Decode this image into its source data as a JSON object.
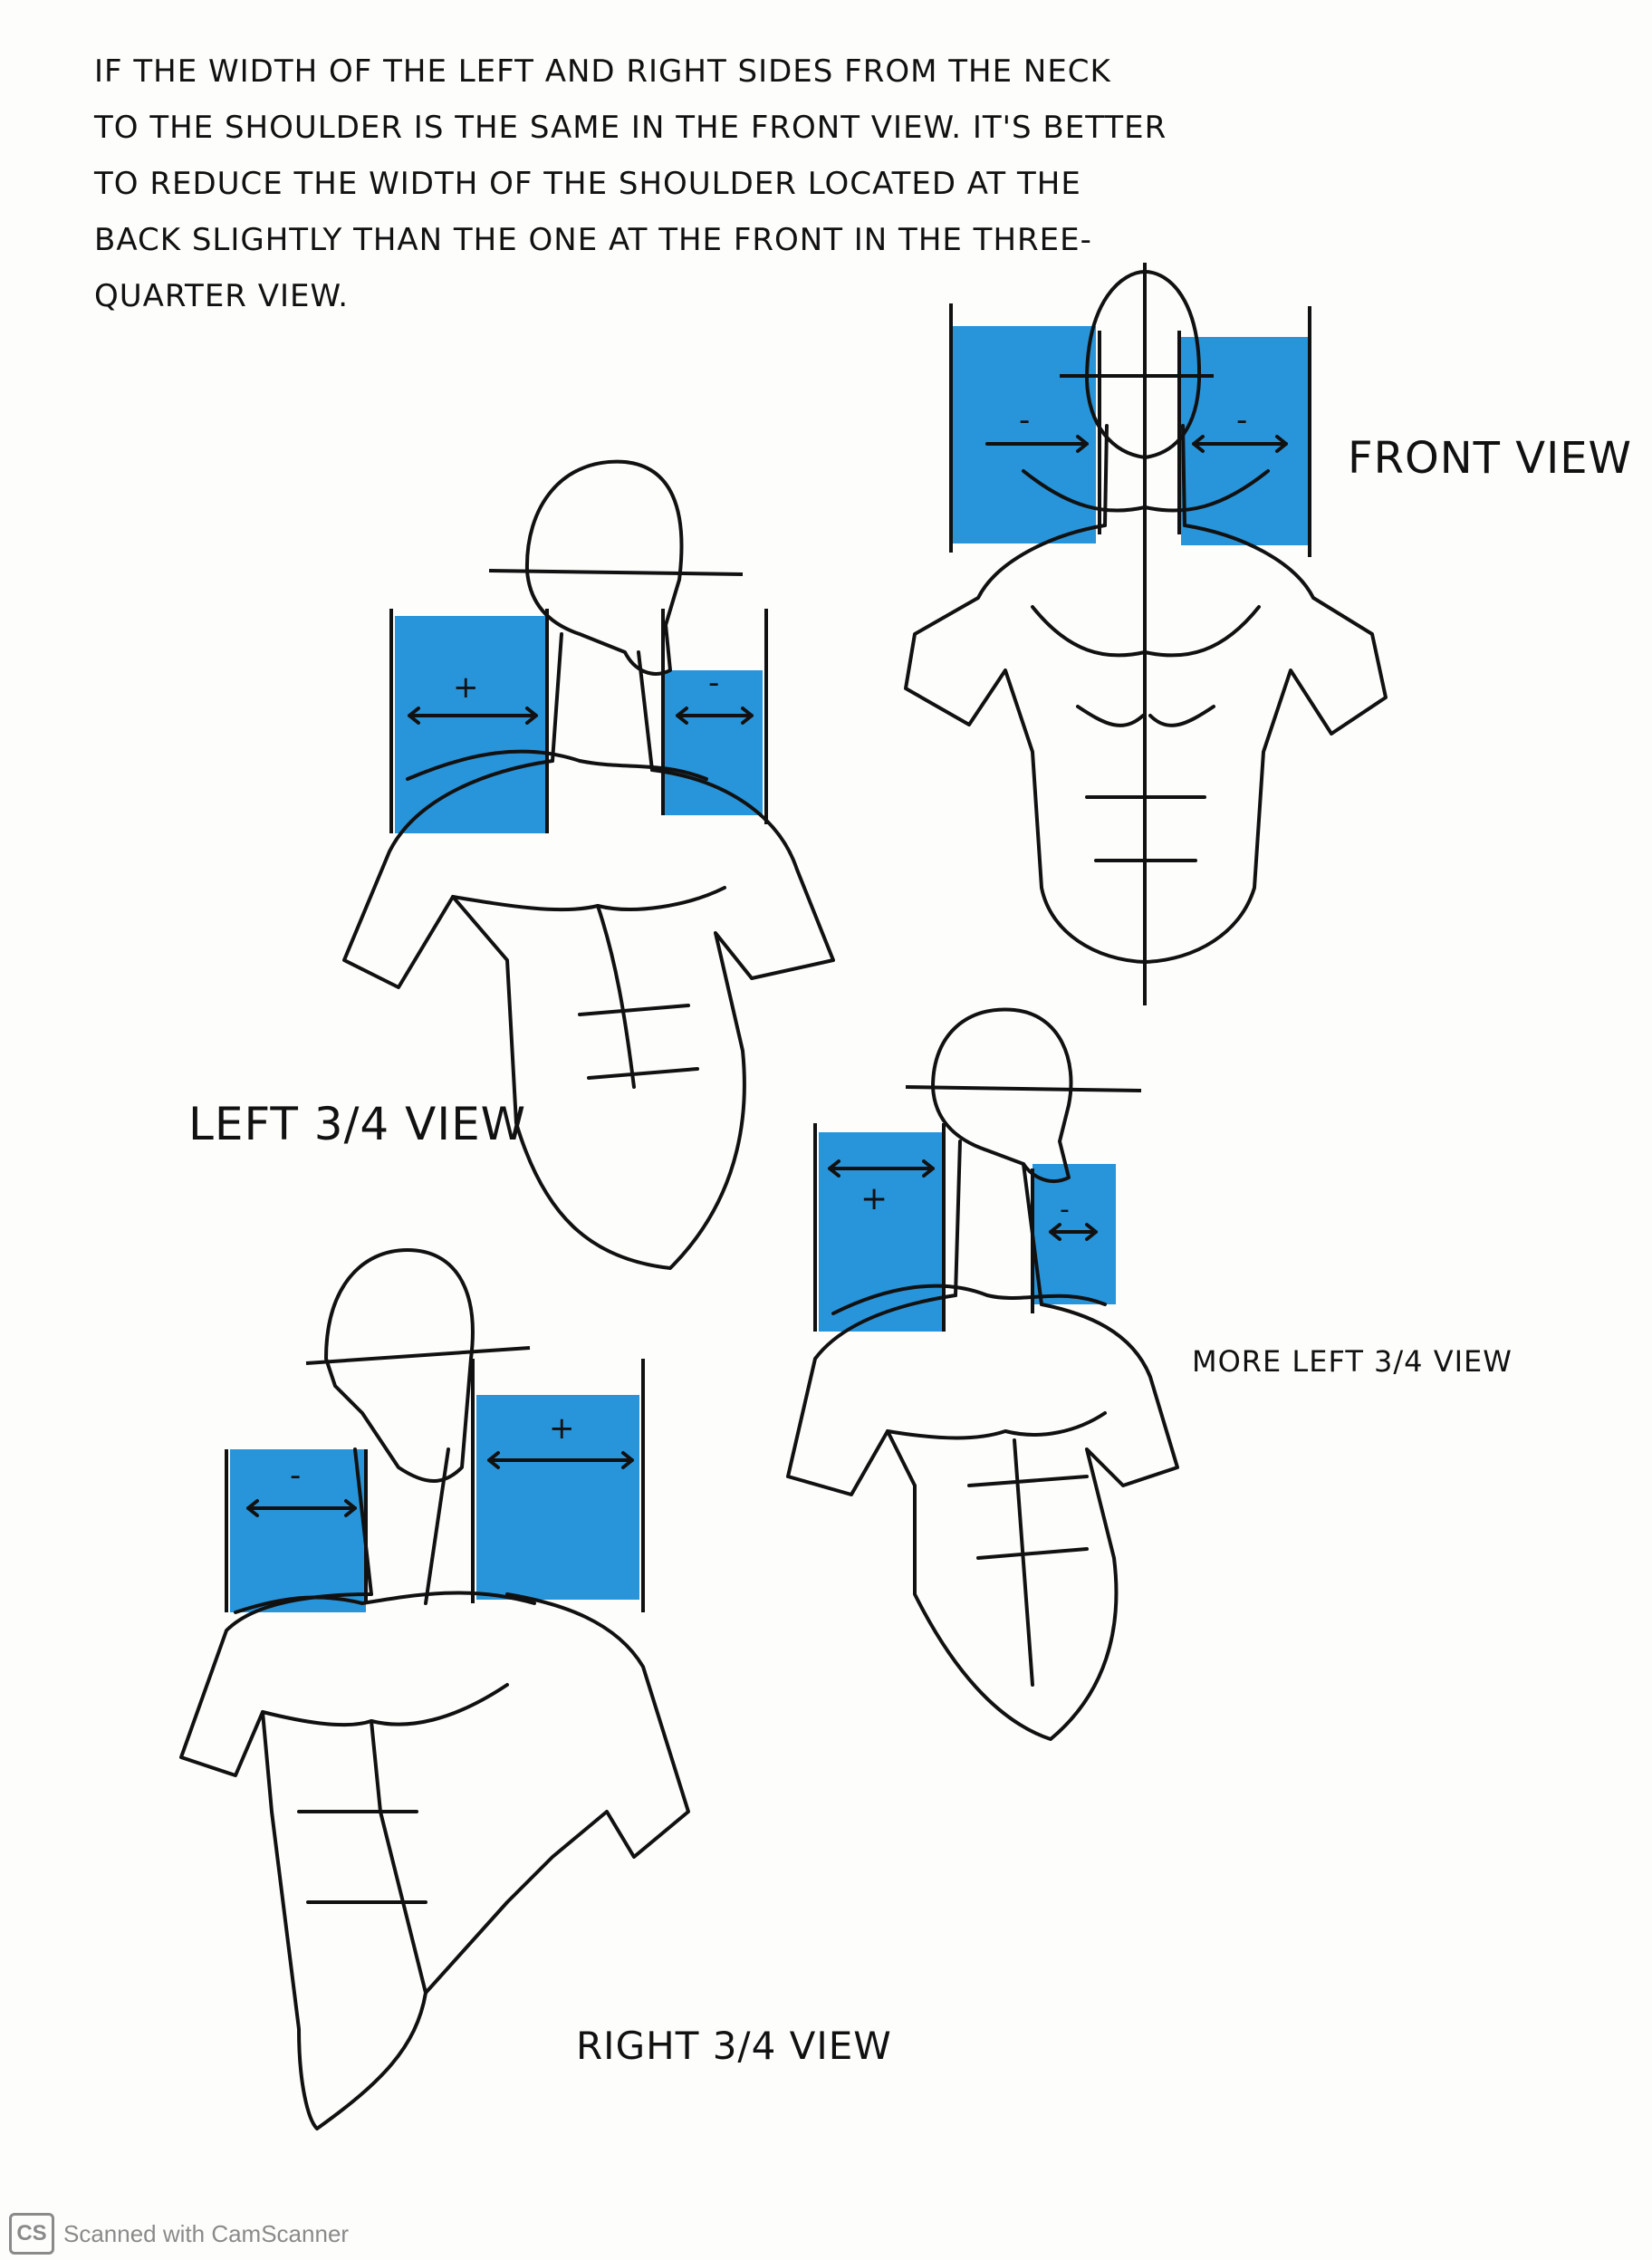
{
  "intro_lines": [
    "IF THE WIDTH OF THE LEFT AND RIGHT SIDES FROM THE NECK",
    "TO THE SHOULDER IS THE SAME IN THE FRONT VIEW. IT'S BETTER",
    "TO REDUCE THE WIDTH OF THE SHOULDER LOCATED AT THE",
    "BACK SLIGHTLY THAN THE ONE AT THE FRONT IN THE THREE-",
    "QUARTER VIEW."
  ],
  "labels": {
    "front": "FRONT VIEW",
    "left": "LEFT 3/4 VIEW",
    "more_left": "MORE LEFT 3/4 VIEW",
    "right": "RIGHT 3/4 VIEW"
  },
  "marks": {
    "plus": "+",
    "minus": "-"
  },
  "colors": {
    "highlight": "#1c8fd8",
    "ink": "#111111"
  },
  "watermark": {
    "logo": "CS",
    "text": "Scanned with CamScanner"
  }
}
